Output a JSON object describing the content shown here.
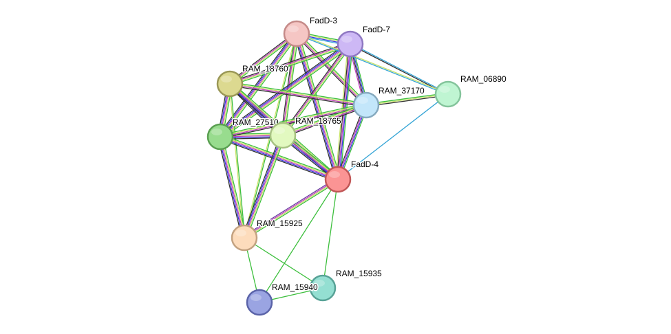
{
  "nodes": [
    {
      "id": "FadD-3",
      "label": "FadD-3",
      "fill": "#f5c6c4",
      "stroke": "#c58a88"
    },
    {
      "id": "FadD-7",
      "label": "FadD-7",
      "fill": "#cdb8f5",
      "stroke": "#8f78c2"
    },
    {
      "id": "RAM_06890",
      "label": "RAM_06890",
      "fill": "#bff5d2",
      "stroke": "#84c49b"
    },
    {
      "id": "RAM_18760",
      "label": "RAM_18760",
      "fill": "#dcd990",
      "stroke": "#9a9756"
    },
    {
      "id": "RAM_37170",
      "label": "RAM_37170",
      "fill": "#c3e6fa",
      "stroke": "#86aabf"
    },
    {
      "id": "RAM_27510",
      "label": "RAM_27510",
      "fill": "#98dc8e",
      "stroke": "#5a9f51"
    },
    {
      "id": "RAM_18765",
      "label": "RAM_18765",
      "fill": "#e2f9c0",
      "stroke": "#a8c283"
    },
    {
      "id": "FadD-4",
      "label": "FadD-4",
      "fill": "#fb9494",
      "stroke": "#c15757"
    },
    {
      "id": "RAM_15925",
      "label": "RAM_15925",
      "fill": "#fddcbc",
      "stroke": "#c3a281"
    },
    {
      "id": "RAM_15935",
      "label": "RAM_15935",
      "fill": "#94dfd2",
      "stroke": "#57a296"
    },
    {
      "id": "RAM_15940",
      "label": "RAM_15940",
      "fill": "#9aa4e2",
      "stroke": "#5a63a8"
    }
  ],
  "edge_colors": {
    "green": "#3dbf3d",
    "yellow": "#c8e26a",
    "magenta": "#c041c0",
    "blue": "#3a3ae0",
    "cyan": "#36a5d6",
    "black": "#333333",
    "purple": "#6b3fa0"
  },
  "edges": [
    {
      "source": "FadD-3",
      "target": "FadD-7",
      "types": [
        "green",
        "yellow",
        "blue",
        "cyan"
      ]
    },
    {
      "source": "FadD-3",
      "target": "RAM_18760",
      "types": [
        "green",
        "yellow",
        "magenta",
        "black"
      ]
    },
    {
      "source": "FadD-3",
      "target": "RAM_27510",
      "types": [
        "green",
        "yellow",
        "magenta",
        "blue",
        "black"
      ]
    },
    {
      "source": "FadD-3",
      "target": "RAM_18765",
      "types": [
        "green",
        "yellow",
        "magenta",
        "black"
      ]
    },
    {
      "source": "FadD-3",
      "target": "RAM_37170",
      "types": [
        "green",
        "yellow",
        "magenta",
        "black"
      ]
    },
    {
      "source": "FadD-3",
      "target": "FadD-4",
      "types": [
        "green",
        "yellow",
        "magenta",
        "blue",
        "black"
      ]
    },
    {
      "source": "FadD-3",
      "target": "RAM_15925",
      "types": [
        "green",
        "yellow"
      ]
    },
    {
      "source": "FadD-7",
      "target": "RAM_18760",
      "types": [
        "green",
        "yellow",
        "magenta",
        "black"
      ]
    },
    {
      "source": "FadD-7",
      "target": "RAM_27510",
      "types": [
        "green",
        "yellow",
        "magenta",
        "blue",
        "black"
      ]
    },
    {
      "source": "FadD-7",
      "target": "RAM_18765",
      "types": [
        "green",
        "yellow",
        "magenta",
        "black"
      ]
    },
    {
      "source": "FadD-7",
      "target": "RAM_37170",
      "types": [
        "green",
        "blue",
        "black",
        "magenta"
      ]
    },
    {
      "source": "FadD-7",
      "target": "FadD-4",
      "types": [
        "green",
        "blue",
        "magenta",
        "black",
        "yellow"
      ]
    },
    {
      "source": "FadD-7",
      "target": "RAM_06890",
      "types": [
        "cyan",
        "black"
      ]
    },
    {
      "source": "FadD-3",
      "target": "RAM_06890",
      "types": [
        "yellow",
        "cyan"
      ]
    },
    {
      "source": "RAM_18760",
      "target": "RAM_27510",
      "types": [
        "green",
        "yellow",
        "magenta",
        "blue",
        "black"
      ]
    },
    {
      "source": "RAM_18760",
      "target": "RAM_18765",
      "types": [
        "green",
        "yellow",
        "magenta",
        "blue",
        "black"
      ]
    },
    {
      "source": "RAM_18760",
      "target": "RAM_37170",
      "types": [
        "green",
        "yellow",
        "magenta",
        "black"
      ]
    },
    {
      "source": "RAM_18760",
      "target": "FadD-4",
      "types": [
        "green",
        "yellow",
        "magenta",
        "blue",
        "black"
      ]
    },
    {
      "source": "RAM_18760",
      "target": "RAM_15925",
      "types": [
        "green",
        "yellow"
      ]
    },
    {
      "source": "RAM_27510",
      "target": "RAM_18765",
      "types": [
        "green",
        "yellow",
        "magenta",
        "blue",
        "black"
      ]
    },
    {
      "source": "RAM_27510",
      "target": "RAM_37170",
      "types": [
        "green",
        "yellow",
        "magenta",
        "black"
      ]
    },
    {
      "source": "RAM_27510",
      "target": "FadD-4",
      "types": [
        "green",
        "yellow",
        "magenta",
        "blue",
        "black"
      ]
    },
    {
      "source": "RAM_27510",
      "target": "RAM_15925",
      "types": [
        "green",
        "yellow",
        "magenta",
        "blue",
        "black"
      ]
    },
    {
      "source": "RAM_18765",
      "target": "RAM_37170",
      "types": [
        "green",
        "yellow",
        "magenta",
        "black"
      ]
    },
    {
      "source": "RAM_18765",
      "target": "FadD-4",
      "types": [
        "green",
        "yellow",
        "magenta",
        "blue",
        "black"
      ]
    },
    {
      "source": "RAM_18765",
      "target": "RAM_15925",
      "types": [
        "green",
        "yellow",
        "magenta",
        "blue",
        "black"
      ]
    },
    {
      "source": "RAM_37170",
      "target": "FadD-4",
      "types": [
        "green",
        "blue",
        "magenta",
        "black"
      ]
    },
    {
      "source": "RAM_37170",
      "target": "RAM_06890",
      "types": [
        "green",
        "yellow",
        "black"
      ]
    },
    {
      "source": "RAM_06890",
      "target": "FadD-4",
      "types": [
        "cyan"
      ]
    },
    {
      "source": "FadD-4",
      "target": "RAM_15925",
      "types": [
        "green",
        "yellow",
        "magenta",
        "purple"
      ]
    },
    {
      "source": "FadD-4",
      "target": "RAM_15935",
      "types": [
        "green"
      ]
    },
    {
      "source": "FadD-4",
      "target": "RAM_15940",
      "types": [
        "green"
      ]
    },
    {
      "source": "RAM_15925",
      "target": "RAM_15935",
      "types": [
        "green"
      ]
    },
    {
      "source": "RAM_15925",
      "target": "RAM_15940",
      "types": [
        "green"
      ]
    },
    {
      "source": "RAM_15940",
      "target": "RAM_15935",
      "types": [
        "green"
      ]
    }
  ]
}
